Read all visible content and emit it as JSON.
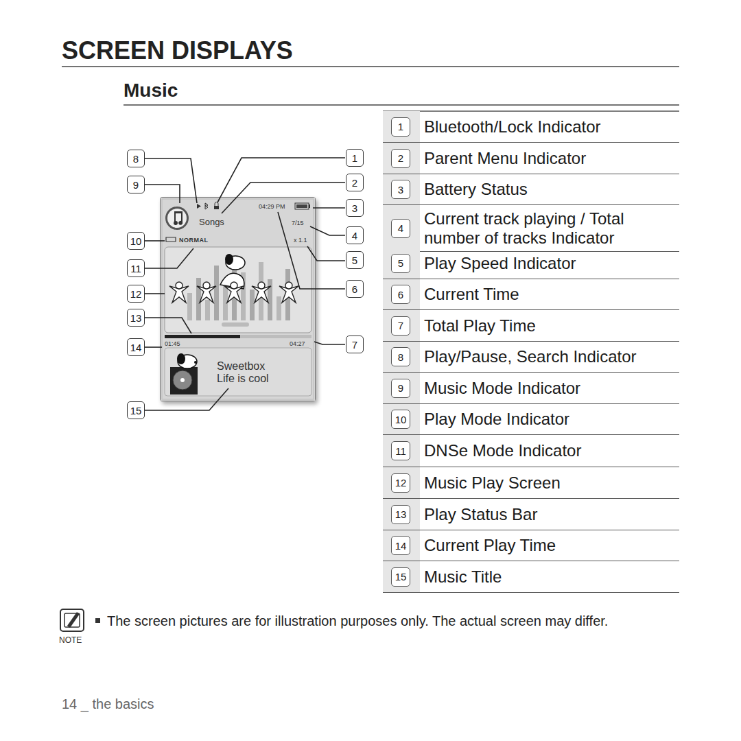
{
  "diagram": {
    "title": "SCREEN DISPLAYS",
    "nodes": [
      {
        "text": [
          "8"
        ]
      },
      {
        "text": [
          "1"
        ]
      },
      {
        "text": [
          "9"
        ]
      },
      {
        "text": [
          "2"
        ]
      },
      {
        "text": [
          "3"
        ]
      },
      {
        "text": [
          "10"
        ]
      },
      {
        "text": [
          "4"
        ]
      },
      {
        "text": [
          "11"
        ]
      },
      {
        "text": [
          "5"
        ]
      },
      {
        "text": [
          "12"
        ]
      },
      {
        "text": [
          "6"
        ]
      },
      {
        "text": [
          "13"
        ]
      },
      {
        "text": [
          "14"
        ]
      },
      {
        "text": [
          "7"
        ]
      },
      {
        "text": [
          "15"
        ]
      },
      {
        "text": [
          "Songs",
          "04:29 PM",
          "7/15",
          "NORMAL",
          "x 1.1",
          "01:45",
          "04:27",
          "Sweetbox",
          "Life is cool"
        ]
      },
      {
        "text": [
          "1",
          "Bluetooth/Lock Indicator"
        ]
      },
      {
        "text": [
          "2",
          "Parent Menu Indicator"
        ]
      },
      {
        "text": [
          "3",
          "Battery Status"
        ]
      },
      {
        "text": [
          "4",
          "Current track playing / Total number of tracks Indicator"
        ]
      },
      {
        "text": [
          "5",
          "Play Speed Indicator"
        ]
      },
      {
        "text": [
          "6",
          "Current Time"
        ]
      },
      {
        "text": [
          "7",
          "Total Play Time"
        ]
      },
      {
        "text": [
          "8",
          "Play/Pause, Search Indicator"
        ]
      },
      {
        "text": [
          "9",
          "Music Mode Indicator"
        ]
      },
      {
        "text": [
          "10",
          "Play Mode Indicator"
        ]
      },
      {
        "text": [
          "11",
          "DNSe Mode Indicator"
        ]
      },
      {
        "text": [
          "12",
          "Music Play Screen"
        ]
      },
      {
        "text": [
          "13",
          "Play Status Bar"
        ]
      },
      {
        "text": [
          "14",
          "Current Play Time"
        ]
      },
      {
        "text": [
          "15",
          "Music Title"
        ]
      }
    ],
    "labels": [
      "Music",
      "The screen pictures are for illustration purposes only. The actual screen may differ.",
      "NOTE",
      "14 _ the basics"
    ]
  }
}
